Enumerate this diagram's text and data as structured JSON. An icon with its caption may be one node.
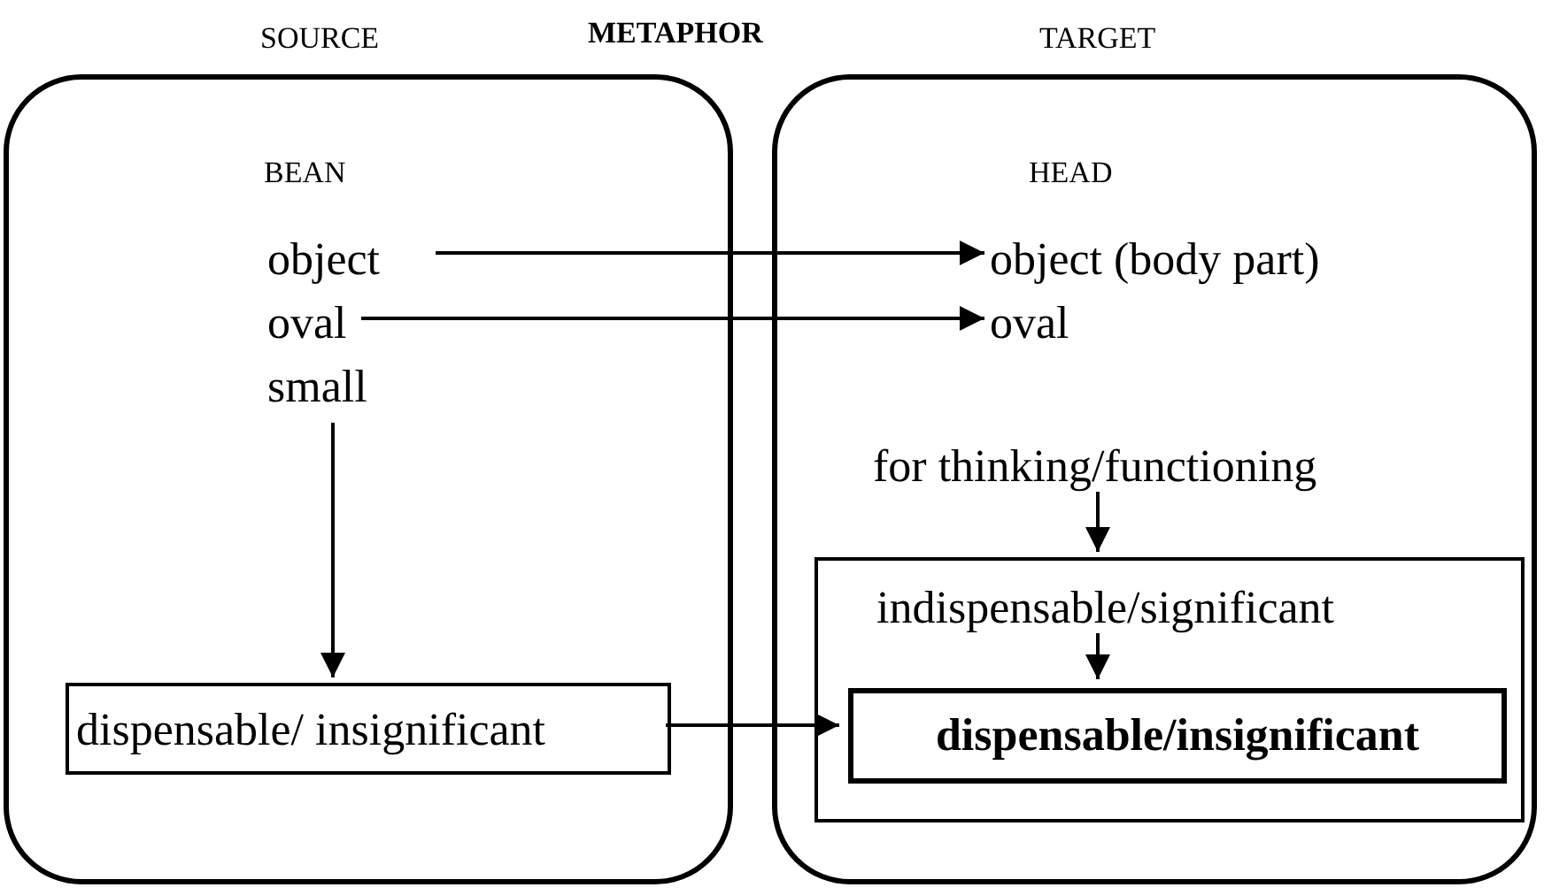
{
  "diagram": {
    "nodes": [
      {
        "text": [
          "BEAN"
        ],
        "beside": [
          "SOURCE"
        ]
      },
      {
        "text": [
          "object"
        ],
        "in": 0
      },
      {
        "text": [
          "oval"
        ],
        "in": 0
      },
      {
        "text": [
          "small"
        ],
        "in": 0
      },
      {
        "text": [
          "dispensable/ insignificant"
        ],
        "in": 0
      },
      {
        "text": [
          "HEAD"
        ],
        "beside": [
          "TARGET"
        ]
      },
      {
        "text": [
          "object (body part)"
        ],
        "in": 5
      },
      {
        "text": [
          "oval"
        ],
        "in": 5
      },
      {
        "text": [
          "for thinking/functioning"
        ],
        "in": 5
      },
      {
        "text": [],
        "shape": "box",
        "in": 5
      },
      {
        "text": [
          "indispensable/significant"
        ],
        "in": 9
      },
      {
        "text": [
          "dispensable/insignificant"
        ],
        "in": 9
      }
    ],
    "edges": [
      {
        "from": 1,
        "to": 6,
        "arrow": "to"
      },
      {
        "from": 2,
        "to": 7,
        "arrow": "to"
      },
      {
        "from": 3,
        "to": 4,
        "arrow": "to"
      },
      {
        "from": 4,
        "to": 11,
        "arrow": "to"
      },
      {
        "from": 8,
        "to": 9,
        "arrow": "to"
      },
      {
        "from": 10,
        "to": 11,
        "arrow": "to"
      }
    ],
    "labels": [
      "METAPHOR"
    ]
  }
}
